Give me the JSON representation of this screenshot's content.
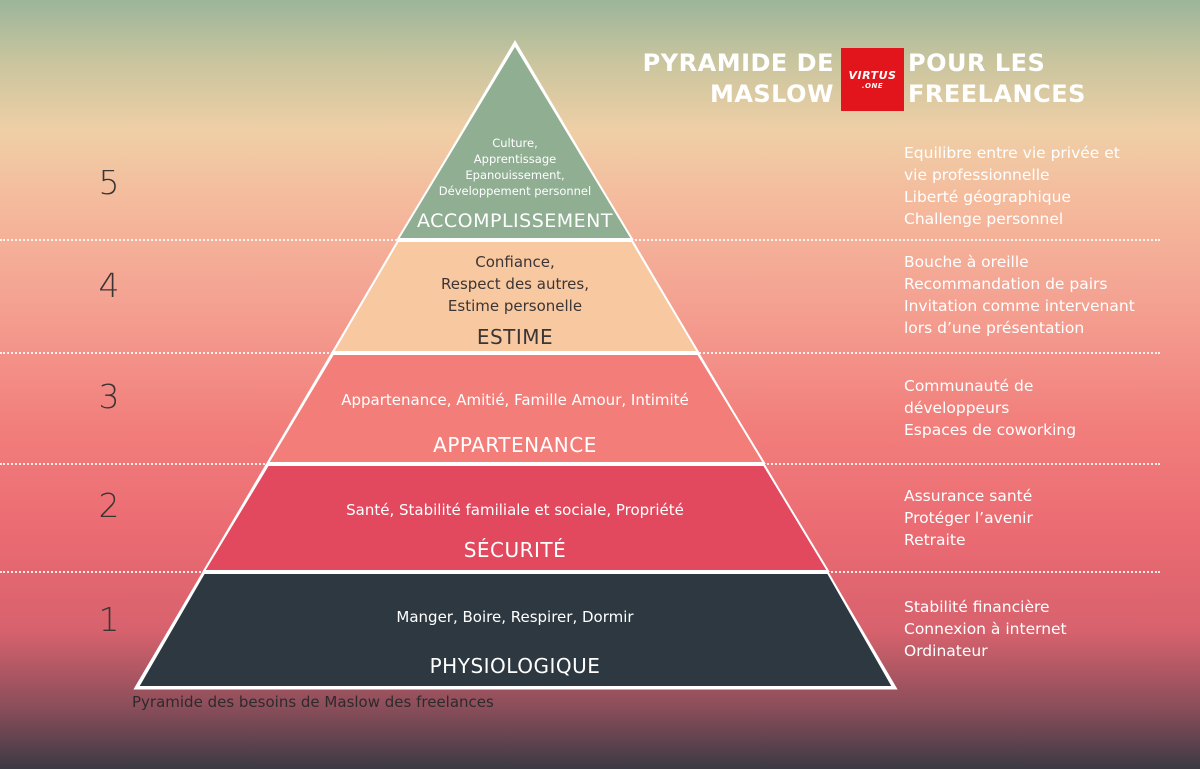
{
  "title": {
    "line1_left": "PYRAMIDE DE",
    "line2_left": "MASLOW",
    "line1_right": "POUR LES",
    "line2_right": "FREELANCES",
    "logo_text": "VIRTUS",
    "logo_sub": ".ONE",
    "logo_color": "#e3151c"
  },
  "levels": [
    {
      "number": "5",
      "name": "ACCOMPLISSEMENT",
      "details": [
        "Culture,",
        "Apprentissage",
        "Epanouissement,",
        "Développement personnel"
      ],
      "color": "#8fae92",
      "side": [
        "Equilibre entre vie privée et",
        "vie professionnelle",
        "Liberté géographique",
        "Challenge personnel"
      ]
    },
    {
      "number": "4",
      "name": "ESTIME",
      "details": [
        "Confiance,",
        "Respect des autres,",
        "Estime personelle"
      ],
      "color": "#f8c9a0",
      "side": [
        "Bouche à oreille",
        "Recommandation de pairs",
        "Invitation comme intervenant",
        "lors d’une présentation"
      ]
    },
    {
      "number": "3",
      "name": "APPARTENANCE",
      "details": [
        "Appartenance, Amitié, Famille Amour, Intimité"
      ],
      "color": "#f37d78",
      "side": [
        "Communauté de",
        "développeurs",
        "Espaces de coworking"
      ]
    },
    {
      "number": "2",
      "name": "SÉCURITÉ",
      "details": [
        "Santé, Stabilité familiale et sociale, Propriété"
      ],
      "color": "#e2485e",
      "side": [
        "Assurance santé",
        "Protéger l’avenir",
        "Retraite"
      ]
    },
    {
      "number": "1",
      "name": "PHYSIOLOGIQUE",
      "details": [
        "Manger, Boire, Respirer, Dormir"
      ],
      "color": "#2d3840",
      "side": [
        "Stabilité financière",
        "Connexion à internet",
        "Ordinateur"
      ]
    }
  ],
  "caption": "Pyramide des besoins de Maslow des freelances"
}
